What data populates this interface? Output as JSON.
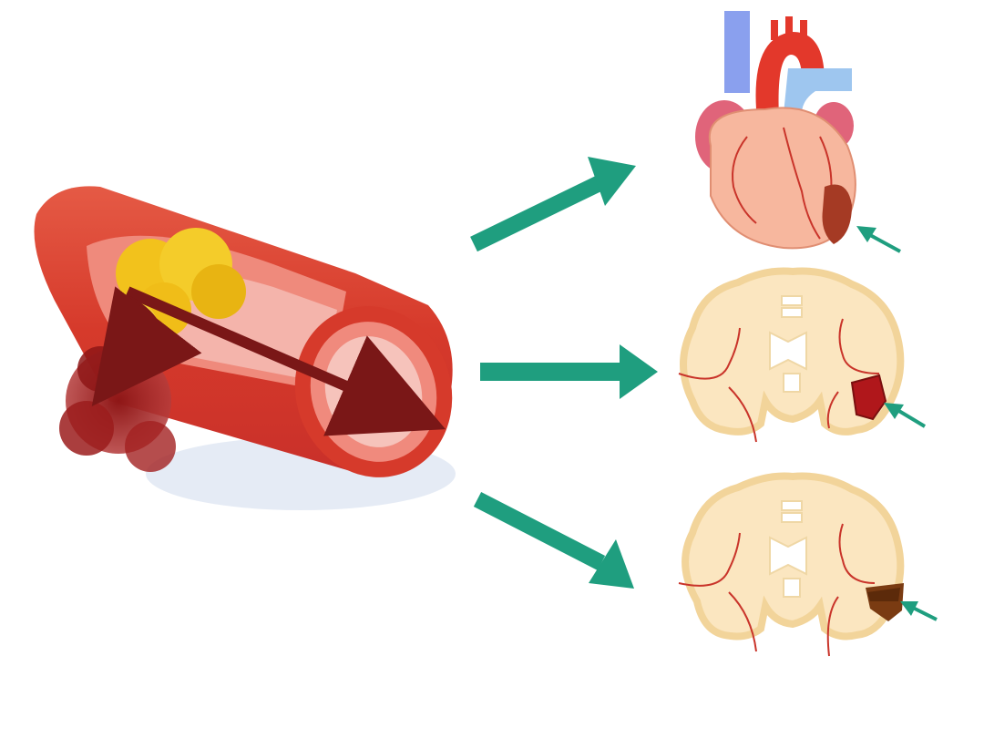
{
  "panels": [
    {
      "id": "heart",
      "icon": "heart-icon"
    },
    {
      "id": "brain-hemorrhage",
      "icon": "brain-icon"
    },
    {
      "id": "brain-infarct",
      "icon": "brain-icon"
    }
  ],
  "colors": {
    "flow_arrow": "#1f9e7f",
    "artery_outer": "#d9442f",
    "artery_inner": "#f08a7d",
    "lumen": "#f6c3bb",
    "plaque": "#f2c21c",
    "thrombus_arrow": "#7a1717",
    "bleed": "#9b1c1c",
    "brain_tissue": "#fbe6c0",
    "brain_outline": "#f2d49a",
    "hemorrhage": "#b0171b",
    "infarct": "#7a3b12",
    "heart_muscle": "#f7b79e",
    "aorta": "#e3382b",
    "vena_cava": "#8aa0ee",
    "pulmonary": "#9ec6ef",
    "atrium": "#e0647a",
    "heart_damage": "#a53a24"
  }
}
